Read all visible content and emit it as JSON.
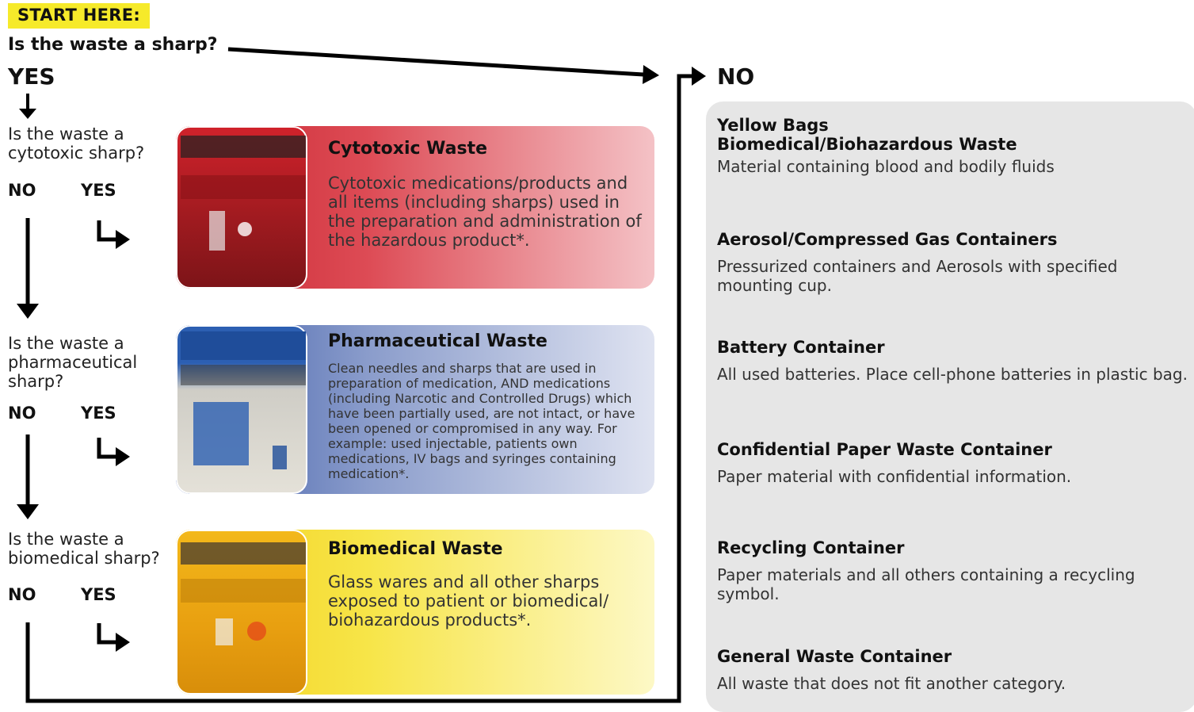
{
  "start": {
    "badge": "START HERE:",
    "question": "Is the waste a sharp?",
    "yes": "YES",
    "no": "NO"
  },
  "steps": [
    {
      "question": "Is the waste a cytotoxic sharp?",
      "no": "NO",
      "yes": "YES",
      "card": {
        "title": "Cytotoxic Waste",
        "description": "Cytotoxic medications/products and all items (including sharps) used in the preparation and administration of the hazardous product*.",
        "color": "#c8252e"
      }
    },
    {
      "question": "Is the waste a pharmaceutical sharp?",
      "no": "NO",
      "yes": "YES",
      "card": {
        "title": "Pharmaceutical Waste",
        "description": "Clean needles and sharps that are used in preparation of medication, AND medications (including Narcotic and Controlled Drugs) which have been partially used, are not intact, or have been opened or compromised in any way. For example: used injectable, patients own medications, IV bags and syringes containing medication*.",
        "color": "#3c5aa8"
      }
    },
    {
      "question": "Is the waste a biomedical sharp?",
      "no": "NO",
      "yes": "YES",
      "card": {
        "title": "Biomedical Waste",
        "description": "Glass wares and all other sharps exposed to patient or biomedical/ biohazardous products*.",
        "color": "#f2cf1c"
      }
    }
  ],
  "non_sharps": [
    {
      "title": "Yellow Bags",
      "subtitle": "Biomedical/Biohazardous Waste",
      "description": "Material containing blood and bodily fluids"
    },
    {
      "title": "Aerosol/Compressed Gas Containers",
      "description": "Pressurized containers and Aerosols with specified mounting cup."
    },
    {
      "title": "Battery Container",
      "description": "All used batteries. Place cell-phone batteries in plastic bag."
    },
    {
      "title": "Confidential Paper Waste Container",
      "description": "Paper material with confidential information."
    },
    {
      "title": "Recycling Container",
      "description": "Paper materials and all others containing a recycling symbol."
    },
    {
      "title": "General Waste Container",
      "description": "All waste that does not fit another category."
    }
  ],
  "colors": {
    "start_badge": "#f6ea2a",
    "panel": "#e6e6e6",
    "arrow": "#000000"
  }
}
